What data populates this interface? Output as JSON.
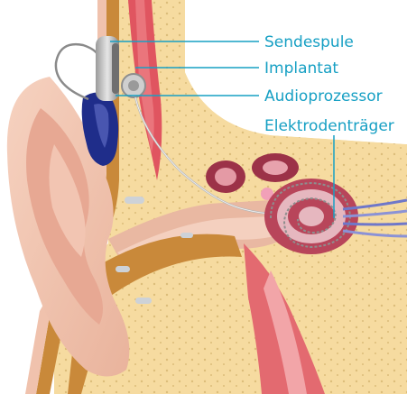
{
  "labels": {
    "coil": "Sendespule",
    "implant": "Implantat",
    "processor": "Audioprozessor",
    "electrode": "Elektrodenträger"
  },
  "colors": {
    "label": "#17a0c4",
    "skin": "#f1c7b3",
    "skin_shade": "#e3a892",
    "bone": "#f6dba0",
    "bone_dots": "#d9b870",
    "brown": "#c78a3a",
    "muscle": "#e05560",
    "cochlea": "#b8455a",
    "processor_blue": "#1f2d8a",
    "nerve_blue": "#6f77c9"
  }
}
